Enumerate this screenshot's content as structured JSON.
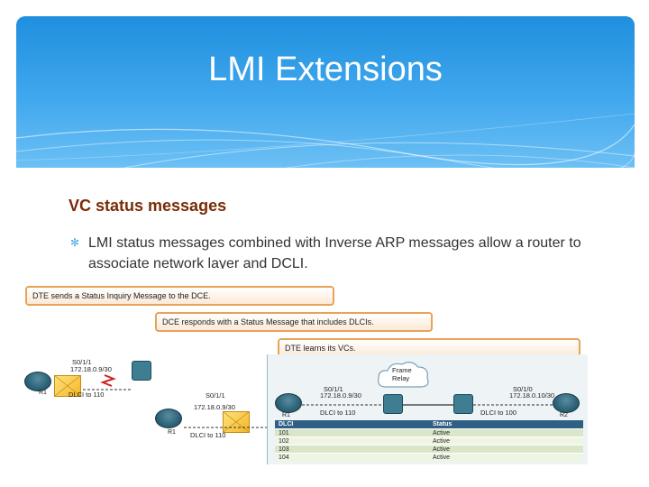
{
  "slide": {
    "title": "LMI Extensions",
    "subtitle": "VC status messages",
    "bullet": "LMI status messages combined with Inverse ARP messages allow a router to associate network layer and DCLI."
  },
  "figure": {
    "callout_1": "DTE sends a Status Inquiry Message to the DCE.",
    "callout_2": "DCE responds with a Status Message that includes DLCIs.",
    "callout_3": "DTE learns its VCs.",
    "stage1": {
      "interface": "S0/1/1",
      "ip": "172.18.0.9/30",
      "dlci": "DLCI to 110",
      "router": "R1"
    },
    "stage2": {
      "interface": "S0/1/1",
      "ip": "172.18.0.9/30",
      "dlci": "DLCI to 110",
      "router": "R1"
    },
    "stage3": {
      "left_interface": "S0/1/1",
      "left_ip": "172.18.0.9/30",
      "left_dlci": "DLCI to 110",
      "right_interface": "S0/1/0",
      "right_ip": "172.18.0.10/30",
      "right_dlci": "DLCI to 100",
      "cloud_label_1": "Frame",
      "cloud_label_2": "Relay",
      "router_left": "R1",
      "router_right": "R2",
      "table": {
        "headers": [
          "DLCI",
          "Status"
        ],
        "rows": [
          [
            "101",
            "Active"
          ],
          [
            "102",
            "Active"
          ],
          [
            "103",
            "Active"
          ],
          [
            "104",
            "Active"
          ]
        ]
      }
    }
  },
  "colors": {
    "header_blue": "#2f9ae6",
    "subtitle_brown": "#7a2c05",
    "callout_border": "#e7a35a",
    "table_header": "#2f5f84"
  }
}
